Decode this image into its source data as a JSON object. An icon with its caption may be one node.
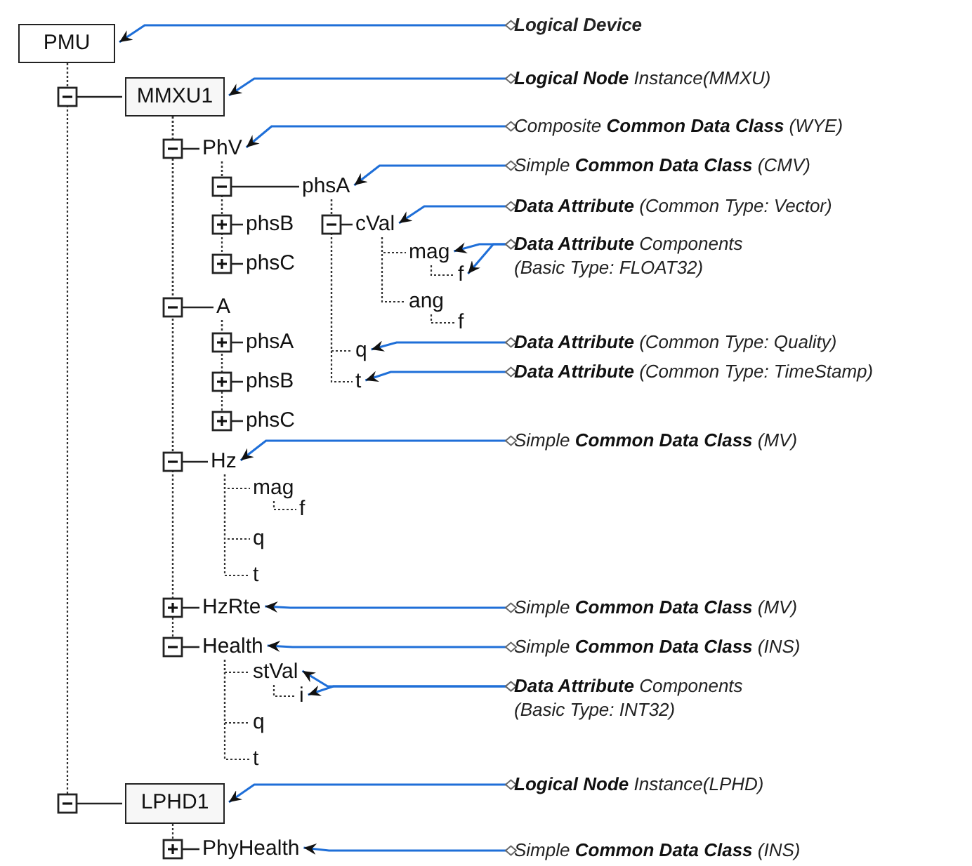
{
  "diagram": {
    "nodes": [
      {
        "text": [
          "PMU"
        ]
      },
      {
        "text": [
          "MMXU1"
        ]
      },
      {
        "text": [
          "PhV"
        ]
      },
      {
        "text": [
          "phsA"
        ]
      },
      {
        "text": [
          "phsB"
        ]
      },
      {
        "text": [
          "phsC"
        ]
      },
      {
        "text": [
          "cVal"
        ]
      },
      {
        "text": [
          "mag"
        ]
      },
      {
        "text": [
          "f"
        ]
      },
      {
        "text": [
          "ang"
        ]
      },
      {
        "text": [
          "f"
        ]
      },
      {
        "text": [
          "q"
        ]
      },
      {
        "text": [
          "t"
        ]
      },
      {
        "text": [
          "A"
        ]
      },
      {
        "text": [
          "phsA"
        ]
      },
      {
        "text": [
          "phsB"
        ]
      },
      {
        "text": [
          "phsC"
        ]
      },
      {
        "text": [
          "Hz"
        ]
      },
      {
        "text": [
          "mag"
        ]
      },
      {
        "text": [
          "f"
        ]
      },
      {
        "text": [
          "q"
        ]
      },
      {
        "text": [
          "t"
        ]
      },
      {
        "text": [
          "HzRte"
        ]
      },
      {
        "text": [
          "Health"
        ]
      },
      {
        "text": [
          "stVal"
        ]
      },
      {
        "text": [
          "i"
        ]
      },
      {
        "text": [
          "q"
        ]
      },
      {
        "text": [
          "t"
        ]
      },
      {
        "text": [
          "LPHD1"
        ]
      },
      {
        "text": [
          "PhyHealth"
        ]
      },
      {
        "text": [
          "Logical Device"
        ]
      },
      {
        "text": [
          "**Logical Node** Instance(MMXU)"
        ]
      },
      {
        "text": [
          "Composite **Common Data Class** (WYE)"
        ]
      },
      {
        "text": [
          "Simple **Common Data Class** (CMV)"
        ]
      },
      {
        "text": [
          "**Data Attribute** (Common Type: Vector)"
        ]
      },
      {
        "text": [
          "**Data Attribute** Components (Basic Type: FLOAT32)"
        ]
      },
      {
        "text": [
          "**Data Attribute** (Common Type: Quality)"
        ]
      },
      {
        "text": [
          "**Data Attribute** (Common Type: TimeStamp)"
        ]
      },
      {
        "text": [
          "Simple **Common Data Class** (MV)"
        ]
      },
      {
        "text": [
          "Simple **Common Data Class** (MV)"
        ]
      },
      {
        "text": [
          "Simple **Common Data Class** (INS)"
        ]
      },
      {
        "text": [
          "**Data Attribute** Components (Basic Type: INT32)"
        ]
      },
      {
        "text": [
          "**Logical Node** Instance(LPHD)"
        ]
      },
      {
        "text": [
          "Simple **Common Data Class** (INS)"
        ]
      }
    ],
    "edges": [
      {
        "from": 0,
        "to": 1,
        "arrow": "none",
        "style": "dashed"
      },
      {
        "from": 1,
        "to": 2,
        "arrow": "none",
        "style": "dashed"
      },
      {
        "from": 2,
        "to": 3,
        "arrow": "none",
        "style": "dashed"
      },
      {
        "from": 2,
        "to": 4,
        "arrow": "none",
        "style": "dashed"
      },
      {
        "from": 2,
        "to": 5,
        "arrow": "none",
        "style": "dashed"
      },
      {
        "from": 3,
        "to": 6,
        "arrow": "none",
        "style": "dashed"
      },
      {
        "from": 6,
        "to": 7,
        "arrow": "none",
        "style": "dashed"
      },
      {
        "from": 7,
        "to": 8,
        "arrow": "none",
        "style": "dashed"
      },
      {
        "from": 6,
        "to": 9,
        "arrow": "none",
        "style": "dashed"
      },
      {
        "from": 9,
        "to": 10,
        "arrow": "none",
        "style": "dashed"
      },
      {
        "from": 3,
        "to": 11,
        "arrow": "none",
        "style": "dashed"
      },
      {
        "from": 3,
        "to": 12,
        "arrow": "none",
        "style": "dashed"
      },
      {
        "from": 1,
        "to": 13,
        "arrow": "none",
        "style": "dashed"
      },
      {
        "from": 13,
        "to": 14,
        "arrow": "none",
        "style": "dashed"
      },
      {
        "from": 13,
        "to": 15,
        "arrow": "none",
        "style": "dashed"
      },
      {
        "from": 13,
        "to": 16,
        "arrow": "none",
        "style": "dashed"
      },
      {
        "from": 1,
        "to": 17,
        "arrow": "none",
        "style": "dashed"
      },
      {
        "from": 17,
        "to": 18,
        "arrow": "none",
        "style": "dashed"
      },
      {
        "from": 18,
        "to": 19,
        "arrow": "none",
        "style": "dashed"
      },
      {
        "from": 17,
        "to": 20,
        "arrow": "none",
        "style": "dashed"
      },
      {
        "from": 17,
        "to": 21,
        "arrow": "none",
        "style": "dashed"
      },
      {
        "from": 1,
        "to": 22,
        "arrow": "none",
        "style": "dashed"
      },
      {
        "from": 1,
        "to": 23,
        "arrow": "none",
        "style": "dashed"
      },
      {
        "from": 23,
        "to": 24,
        "arrow": "none",
        "style": "dashed"
      },
      {
        "from": 24,
        "to": 25,
        "arrow": "none",
        "style": "dashed"
      },
      {
        "from": 23,
        "to": 26,
        "arrow": "none",
        "style": "dashed"
      },
      {
        "from": 23,
        "to": 27,
        "arrow": "none",
        "style": "dashed"
      },
      {
        "from": 0,
        "to": 28,
        "arrow": "none",
        "style": "dashed"
      },
      {
        "from": 28,
        "to": 29,
        "arrow": "none",
        "style": "dashed"
      },
      {
        "from": 30,
        "to": 0,
        "arrow": "to",
        "color": "#1f6fd8"
      },
      {
        "from": 31,
        "to": 1,
        "arrow": "to",
        "color": "#1f6fd8"
      },
      {
        "from": 32,
        "to": 2,
        "arrow": "to",
        "color": "#1f6fd8"
      },
      {
        "from": 33,
        "to": 3,
        "arrow": "to",
        "color": "#1f6fd8"
      },
      {
        "from": 34,
        "to": 6,
        "arrow": "to",
        "color": "#1f6fd8"
      },
      {
        "from": 35,
        "to": 7,
        "arrow": "to",
        "color": "#1f6fd8"
      },
      {
        "from": 35,
        "to": 8,
        "arrow": "to",
        "color": "#1f6fd8"
      },
      {
        "from": 36,
        "to": 11,
        "arrow": "to",
        "color": "#1f6fd8"
      },
      {
        "from": 37,
        "to": 12,
        "arrow": "to",
        "color": "#1f6fd8"
      },
      {
        "from": 38,
        "to": 17,
        "arrow": "to",
        "color": "#1f6fd8"
      },
      {
        "from": 39,
        "to": 22,
        "arrow": "to",
        "color": "#1f6fd8"
      },
      {
        "from": 40,
        "to": 23,
        "arrow": "to",
        "color": "#1f6fd8"
      },
      {
        "from": 41,
        "to": 24,
        "arrow": "to",
        "color": "#1f6fd8"
      },
      {
        "from": 41,
        "to": 25,
        "arrow": "to",
        "color": "#1f6fd8"
      },
      {
        "from": 42,
        "to": 28,
        "arrow": "to",
        "color": "#1f6fd8"
      },
      {
        "from": 43,
        "to": 29,
        "arrow": "to",
        "color": "#1f6fd8"
      }
    ]
  }
}
